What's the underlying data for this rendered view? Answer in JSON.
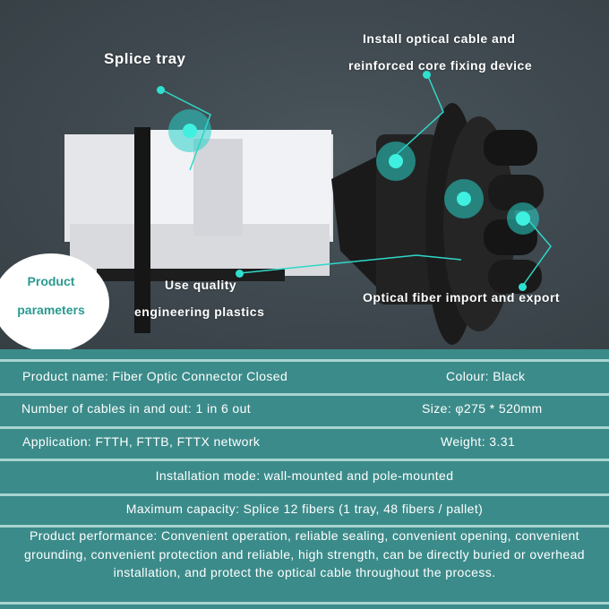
{
  "callouts": {
    "splice_tray": "Splice tray",
    "install_line1": "Install optical cable and",
    "install_line2": "reinforced core fixing device",
    "plastics_line1": "Use quality",
    "plastics_line2": "engineering plastics",
    "fiber_io": "Optical fiber import and export"
  },
  "badge": {
    "line1": "Product",
    "line2": "parameters"
  },
  "colors": {
    "accent": "#2fe0d0",
    "table_bg": "#3b8b8a",
    "background": "#3e494f"
  },
  "params": {
    "product_name": "Product name: Fiber Optic Connector Closed",
    "colour": "Colour: Black",
    "cables": "Number of cables in and out: 1 in 6 out",
    "size": "Size: φ275 * 520mm",
    "application": "Application: FTTH, FTTB, FTTX network",
    "weight": "Weight: 3.31",
    "installation": "Installation mode: wall-mounted and pole-mounted",
    "capacity": "Maximum capacity: Splice 12 fibers (1 tray, 48 fibers / pallet)",
    "performance": "Product performance: Convenient operation, reliable sealing, convenient opening, convenient grounding, convenient protection and reliable, high strength, can be directly buried or overhead installation, and protect the optical cable throughout the process."
  }
}
